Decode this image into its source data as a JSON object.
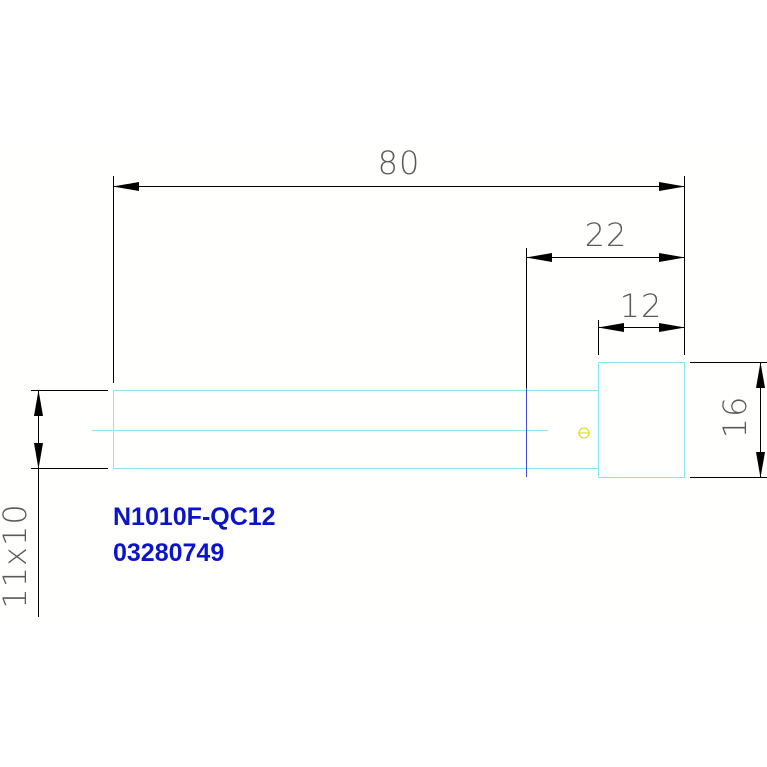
{
  "dimensions": {
    "overall_length": "80",
    "head_offset": "22",
    "head_length": "12",
    "head_height": "16",
    "shank_section": "11x10"
  },
  "part_label": {
    "code": "N1010F-QC12",
    "number": "03280749"
  },
  "colors": {
    "part_outline": "#86e8ee",
    "dimension_lines": "#000000",
    "label_text": "#0a14c8",
    "cut_line": "#4a4ad8"
  }
}
